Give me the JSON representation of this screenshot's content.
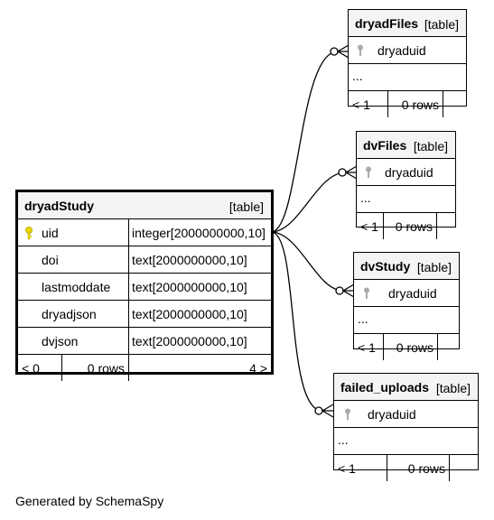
{
  "footer": "Generated by SchemaSpy",
  "colors": {
    "primary_key": "#e6d800",
    "foreign_key": "#aaaaaa",
    "header_bg": "#f4f4f4"
  },
  "main_table": {
    "name": "dryadStudy",
    "kind": "[table]",
    "columns": [
      {
        "name": "uid",
        "type": "integer[2000000000,10]",
        "icon": "primary-key-icon"
      },
      {
        "name": "doi",
        "type": "text[2000000000,10]"
      },
      {
        "name": "lastmoddate",
        "type": "text[2000000000,10]"
      },
      {
        "name": "dryadjson",
        "type": "text[2000000000,10]"
      },
      {
        "name": "dvjson",
        "type": "text[2000000000,10]"
      }
    ],
    "parents": "< 0",
    "rows": "0 rows",
    "children": "4 >"
  },
  "child_tables": [
    {
      "name": "dryadFiles",
      "kind": "[table]",
      "column": "dryaduid",
      "more": "...",
      "parents": "< 1",
      "rows": "0 rows"
    },
    {
      "name": "dvFiles",
      "kind": "[table]",
      "column": "dryaduid",
      "more": "...",
      "parents": "< 1",
      "rows": "0 rows"
    },
    {
      "name": "dvStudy",
      "kind": "[table]",
      "column": "dryaduid",
      "more": "...",
      "parents": "< 1",
      "rows": "0 rows"
    },
    {
      "name": "failed_uploads",
      "kind": "[table]",
      "column": "dryaduid",
      "more": "...",
      "parents": "< 1",
      "rows": "0 rows"
    }
  ]
}
